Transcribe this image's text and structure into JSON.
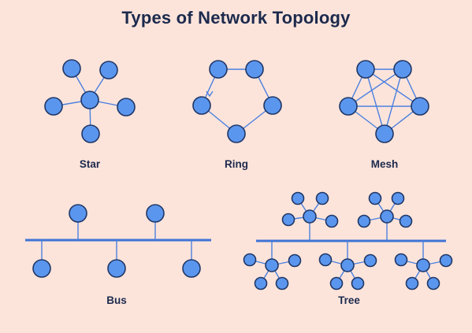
{
  "title": "Types of Network Topology",
  "topologies": [
    {
      "key": "star",
      "label": "Star"
    },
    {
      "key": "ring",
      "label": "Ring"
    },
    {
      "key": "mesh",
      "label": "Mesh"
    },
    {
      "key": "bus",
      "label": "Bus"
    },
    {
      "key": "tree",
      "label": "Tree"
    }
  ],
  "colors": {
    "background": "#fde4db",
    "node_fill": "#5b96ee",
    "node_outline": "#1f3766",
    "link": "#4a80de",
    "title": "#1c2a4d"
  }
}
